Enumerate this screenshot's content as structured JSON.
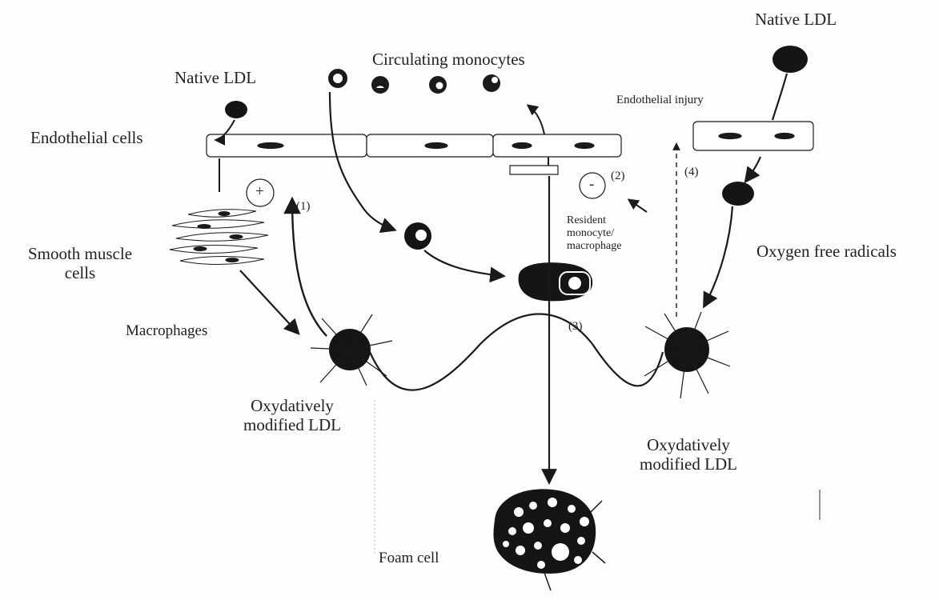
{
  "labels": {
    "native_ldl_left": "Native LDL",
    "native_ldl_right": "Native LDL",
    "circulating_monocytes": "Circulating monocytes",
    "endothelial_cells": "Endothelial cells",
    "endothelial_injury": "Endothelial injury",
    "smooth_muscle_line1": "Smooth muscle",
    "smooth_muscle_line2": "cells",
    "macrophages": "Macrophages",
    "resident_line1": "Resident",
    "resident_line2": "monocyte/",
    "resident_line3": "macrophage",
    "oxygen_free_radicals": "Oxygen free radicals",
    "oxldl_left_line1": "Oxydatively",
    "oxldl_left_line2": "modified LDL",
    "oxldl_right_line1": "Oxydatively",
    "oxldl_right_line2": "modified LDL",
    "foam_cell": "Foam cell"
  },
  "markers": {
    "step1": "(1)",
    "step2": "(2)",
    "step3": "(3)",
    "step4": "(4)",
    "plus_sign": "+",
    "minus_sign": "-"
  },
  "colors": {
    "ink": "#1a1a1a",
    "cell_fill": "#ffffff",
    "dark_fill": "#151515",
    "background": "#fdfdfd"
  }
}
